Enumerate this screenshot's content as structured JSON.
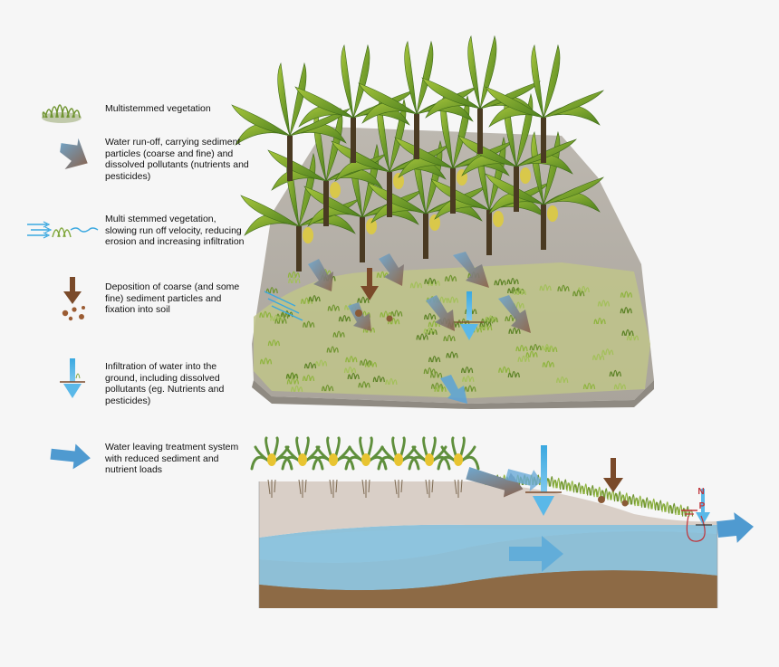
{
  "legend": [
    {
      "icon": "grass-tuft-icon",
      "text": "Multistemmed vegetation"
    },
    {
      "icon": "runoff-arrow-icon",
      "text": "Water run-off, carrying sediment particles (coarse and fine) and dissolved pollutants (nutrients and pesticides)"
    },
    {
      "icon": "slowed-flow-icon",
      "text": "Multi stemmed vegetation, slowing run off velocity, reducing erosion and increasing infiltration"
    },
    {
      "icon": "deposition-arrow-icon",
      "text": "Deposition of coarse (and some fine) sediment particles and fixation into soil"
    },
    {
      "icon": "infiltration-arrow-icon",
      "text": "Infiltration of water into the ground, including dissolved pollutants (eg. Nutrients and pesticides)"
    },
    {
      "icon": "outflow-arrow-icon",
      "text": "Water leaving treatment system with reduced sediment and nutrient loads"
    }
  ],
  "cross_section": {
    "nutrient_labels": [
      "N",
      "P"
    ]
  },
  "colors": {
    "runoff": "#8a6d5a",
    "water": "#5aa9d9",
    "sediment": "#7a4a2a",
    "grass": "#7fa63a",
    "banana_leaf": "#7aa52c",
    "soil": "#8d6a45",
    "groundwater": "#9fcbe0",
    "topsoil": "#d9cfc7"
  }
}
